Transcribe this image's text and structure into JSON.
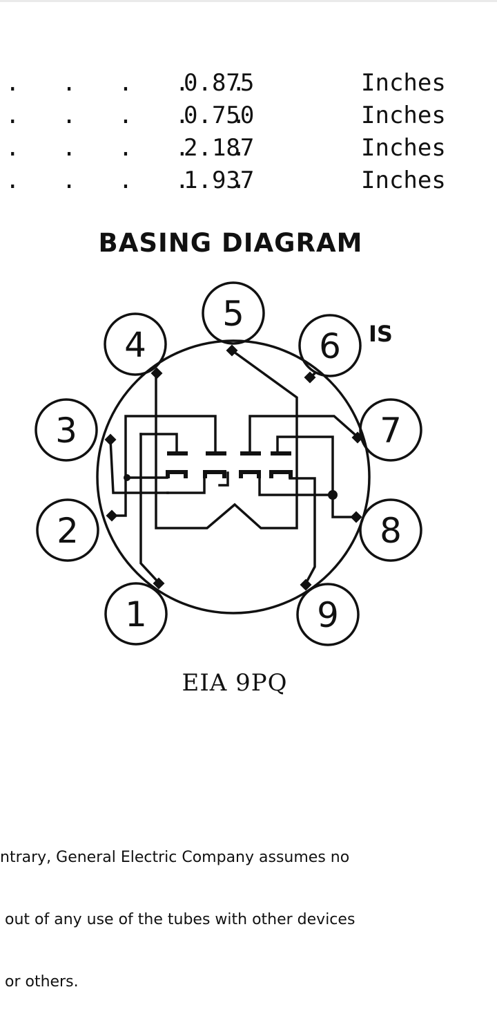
{
  "dimensions": [
    {
      "dots": ".   .   .   .   .",
      "value": "0.875",
      "unit": "Inches"
    },
    {
      "dots": ".   .   .   .   .",
      "value": "0.750",
      "unit": "Inches"
    },
    {
      "dots": ".   .   .   .   .",
      "value": "2.187",
      "unit": "Inches"
    },
    {
      "dots": ".   .   .   .   .",
      "value": "1.937",
      "unit": "Inches"
    }
  ],
  "diagram": {
    "title": "BASING DIAGRAM",
    "pins": [
      "1",
      "2",
      "3",
      "4",
      "5",
      "6",
      "7",
      "8",
      "9"
    ],
    "pin_note": "IS",
    "caption": "EIA 9PQ"
  },
  "footnote": {
    "lines": [
      "ntrary, General Electric Company assumes no",
      " out of any use of the tubes with other devices",
      " or others."
    ]
  }
}
